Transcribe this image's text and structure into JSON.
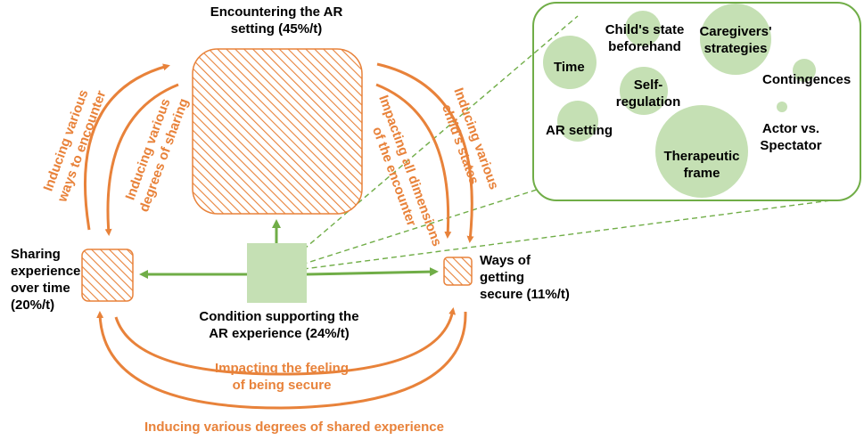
{
  "nodes": {
    "encountering": {
      "line1": "Encountering the AR",
      "line2": "setting (45%/t)"
    },
    "sharing": {
      "line1": "Sharing",
      "line2": "experience",
      "line3": "over time",
      "line4": "(20%/t)"
    },
    "ways": {
      "line1": "Ways of",
      "line2": "getting",
      "line3": "secure (11%/t)"
    },
    "condition": {
      "line1": "Condition supporting the",
      "line2": "AR experience (24%/t)"
    }
  },
  "arrow_labels": {
    "left_outer": {
      "line1": "Inducing various",
      "line2": "ways to encounter"
    },
    "left_inner": {
      "line1": "Inducing various",
      "line2": "degrees of sharing"
    },
    "right_inner": {
      "line1": "Impacting all dimensions",
      "line2": "of the encounter"
    },
    "right_outer": {
      "line1": "Inducing various",
      "line2": "child's states"
    },
    "bottom_inner": {
      "line1": "Impacting the feeling",
      "line2": "of being secure"
    },
    "bottom_outer": {
      "line1": "Inducing various degrees of shared experience"
    }
  },
  "inset_bubbles": {
    "time": "Time",
    "childs_state": {
      "line1": "Child's state",
      "line2": "beforehand"
    },
    "caregivers": {
      "line1": "Caregivers'",
      "line2": "strategies"
    },
    "contingences": "Contingences",
    "self_regulation": {
      "line1": "Self-",
      "line2": "regulation"
    },
    "ar_setting": "AR setting",
    "therapeutic": {
      "line1": "Therapeutic",
      "line2": "frame"
    },
    "actor": {
      "line1": "Actor vs.",
      "line2": "Spectator"
    }
  },
  "colors": {
    "orange": "#e8823a",
    "green_fill": "#c5e0b4",
    "green_stroke": "#70ad47",
    "inset_border": "#70ad47"
  }
}
